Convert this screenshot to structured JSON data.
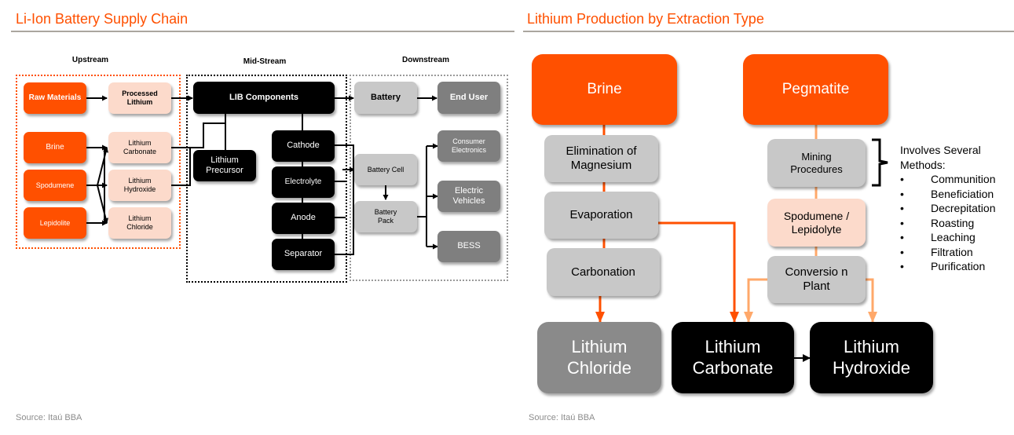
{
  "left_panel": {
    "title": "Li-Ion Battery Supply Chain",
    "columns": {
      "upstream": "Upstream",
      "midstream": "Mid-Stream",
      "downstream": "Downstream"
    },
    "upstream": {
      "raw_materials": "Raw Materials",
      "processed_lithium": "Processed Lithium",
      "brine": "Brine",
      "spodumene": "Spodumene",
      "lepidolite": "Lepidolite",
      "lithium_carbonate": "Lithium Carbonate",
      "lithium_hydroxide": "Lithium Hydroxide",
      "lithium_chloride": "Lithium Chloride"
    },
    "midstream": {
      "lib_components": "LIB Components",
      "lithium_precursor": "Lithium Precursor",
      "cathode": "Cathode",
      "electrolyte": "Electrolyte",
      "anode": "Anode",
      "separator": "Separator"
    },
    "downstream": {
      "battery": "Battery",
      "end_user": "End User",
      "battery_cell": "Battery Cell",
      "battery_pack": "Battery Pack",
      "consumer_electronics": "Consumer Electronics",
      "electric_vehicles": "Electric Vehicles",
      "bess": "BESS"
    },
    "colors": {
      "upstream_border": "#FF5000",
      "midstream_border": "#000000",
      "downstream_border": "#9A9A9A"
    },
    "source": "Source:  Itaú BBA"
  },
  "right_panel": {
    "title": "Lithium Production by Extraction Type",
    "brine": {
      "label": "Brine",
      "steps": [
        "Elimination of Magnesium",
        "Evaporation",
        "Carbonation"
      ]
    },
    "pegmatite": {
      "label": "Pegmatite",
      "steps": [
        "Mining Procedures",
        "Spodumene / Lepidolyte",
        "Conversio n Plant"
      ]
    },
    "outputs": {
      "lithium_chloride": "Lithium Chloride",
      "lithium_carbonate": "Lithium Carbonate",
      "lithium_hydroxide": "Lithium Hydroxide"
    },
    "methods_note": {
      "heading": "Involves Several Methods:",
      "bullet": "•",
      "items": [
        "Communition",
        "Beneficiation",
        "Decrepitation",
        "Roasting",
        "Leaching",
        "Filtration",
        "Purification"
      ]
    },
    "colors": {
      "brine_line": "#FF5000",
      "pegmatite_line": "#FFA86A"
    },
    "source": "Source: Itaú BBA"
  },
  "colors": {
    "accent": "#FF5000",
    "rule": "#ABA69F"
  }
}
